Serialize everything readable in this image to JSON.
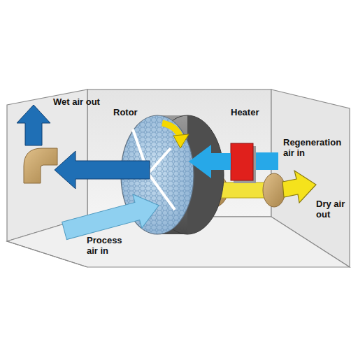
{
  "diagram": {
    "labels": [
      "Wet air out",
      "Rotor",
      "Heater",
      "Regeneration air in",
      "Dry air out",
      "Process air in"
    ]
  }
}
